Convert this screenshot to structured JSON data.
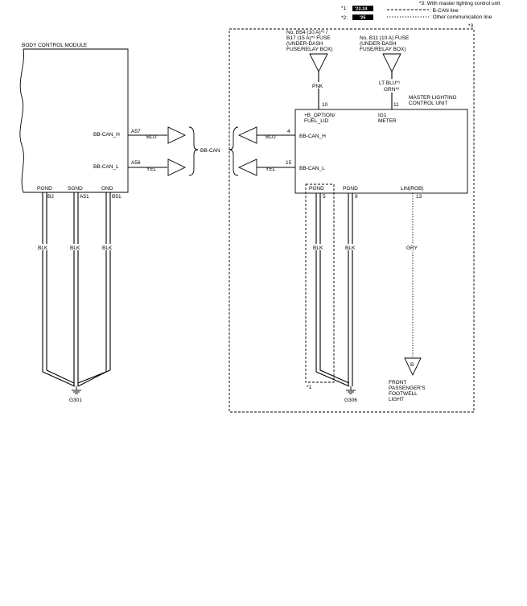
{
  "legend": {
    "note3": "*3: With master lighting control unit",
    "note1_label": "*1:",
    "note1_badge": "'22-24",
    "note2_label": "*2:",
    "note2_badge": "'25",
    "bcan_line": ": B-CAN line",
    "other_line": ": Other communication line"
  },
  "bcm": {
    "title": "BODY CONTROL MODULE",
    "pin_canh_label": "BB-CAN_H",
    "pin_canh_num": "A57",
    "pin_canl_label": "BB-CAN_L",
    "pin_canl_num": "A56",
    "pgnd_label": "PGND",
    "sgnd_label": "SGND",
    "gnd_label": "GND",
    "pgnd_num": "B2",
    "sgnd_num": "A51",
    "gnd_num": "B51",
    "wire1_color": "BLK",
    "wire2_color": "BLK",
    "wire3_color": "BLK",
    "ground": "G301"
  },
  "bus": {
    "canh_color": "BLU",
    "canl_color": "YEL",
    "name": "BB-CAN",
    "canh_color_right": "BLU",
    "canl_color_right": "YEL"
  },
  "fuse1": {
    "line1": "No. B54 (10 A)*¹ /",
    "line2": "B17 (15 A)*² FUSE",
    "line3": "(UNDER-DASH",
    "line4": "FUSE/RELAY BOX)",
    "wire_color": "PNK"
  },
  "fuse2": {
    "line1": "No. B11 (10 A) FUSE",
    "line2": "(UNDER-DASH",
    "line3": "FUSE/RELAY BOX)",
    "wire_color_1": "LT BLU*¹",
    "wire_color_2": "GRN*²"
  },
  "mlcu": {
    "title1": "MASTER LIGHTING",
    "title2": "CONTROL UNIT",
    "pin10": "10",
    "pin11": "11",
    "pin4": "4",
    "pin15": "15",
    "pin5": "5",
    "pin9": "9",
    "pin13": "13",
    "opt_label1": "+B_OPTION/",
    "opt_label2": "FUEL_LID",
    "ig_label1": "IG1",
    "ig_label2": "METER",
    "canh_label": "BB-CAN_H",
    "canl_label": "BB-CAN_L",
    "pgnd1": "PGND",
    "pgnd2": "PGND",
    "lin_label": "LIN(RGB)",
    "wire5_color": "BLK",
    "wire9_color": "BLK",
    "wire13_color": "GRY",
    "ground": "G306",
    "note_star": "*1",
    "note3_marker": "*3"
  },
  "light": {
    "connector": "B",
    "line1": "FRONT",
    "line2": "PASSENGER'S",
    "line3": "FOOTWELL",
    "line4": "LIGHT"
  }
}
